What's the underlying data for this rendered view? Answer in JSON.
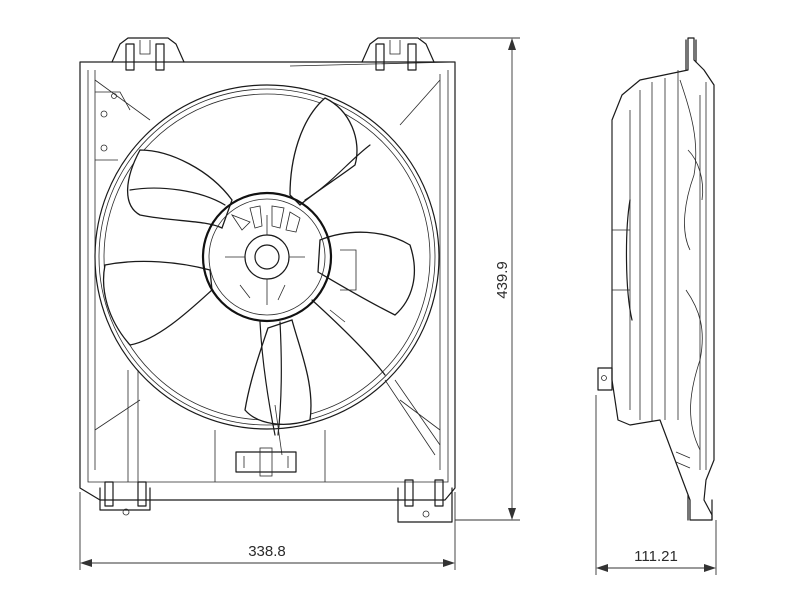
{
  "dimensions": {
    "width_label": "338.8",
    "height_label": "439.9",
    "depth_label": "111.21"
  },
  "colors": {
    "line": "#1a1a1a",
    "background": "#ffffff"
  }
}
